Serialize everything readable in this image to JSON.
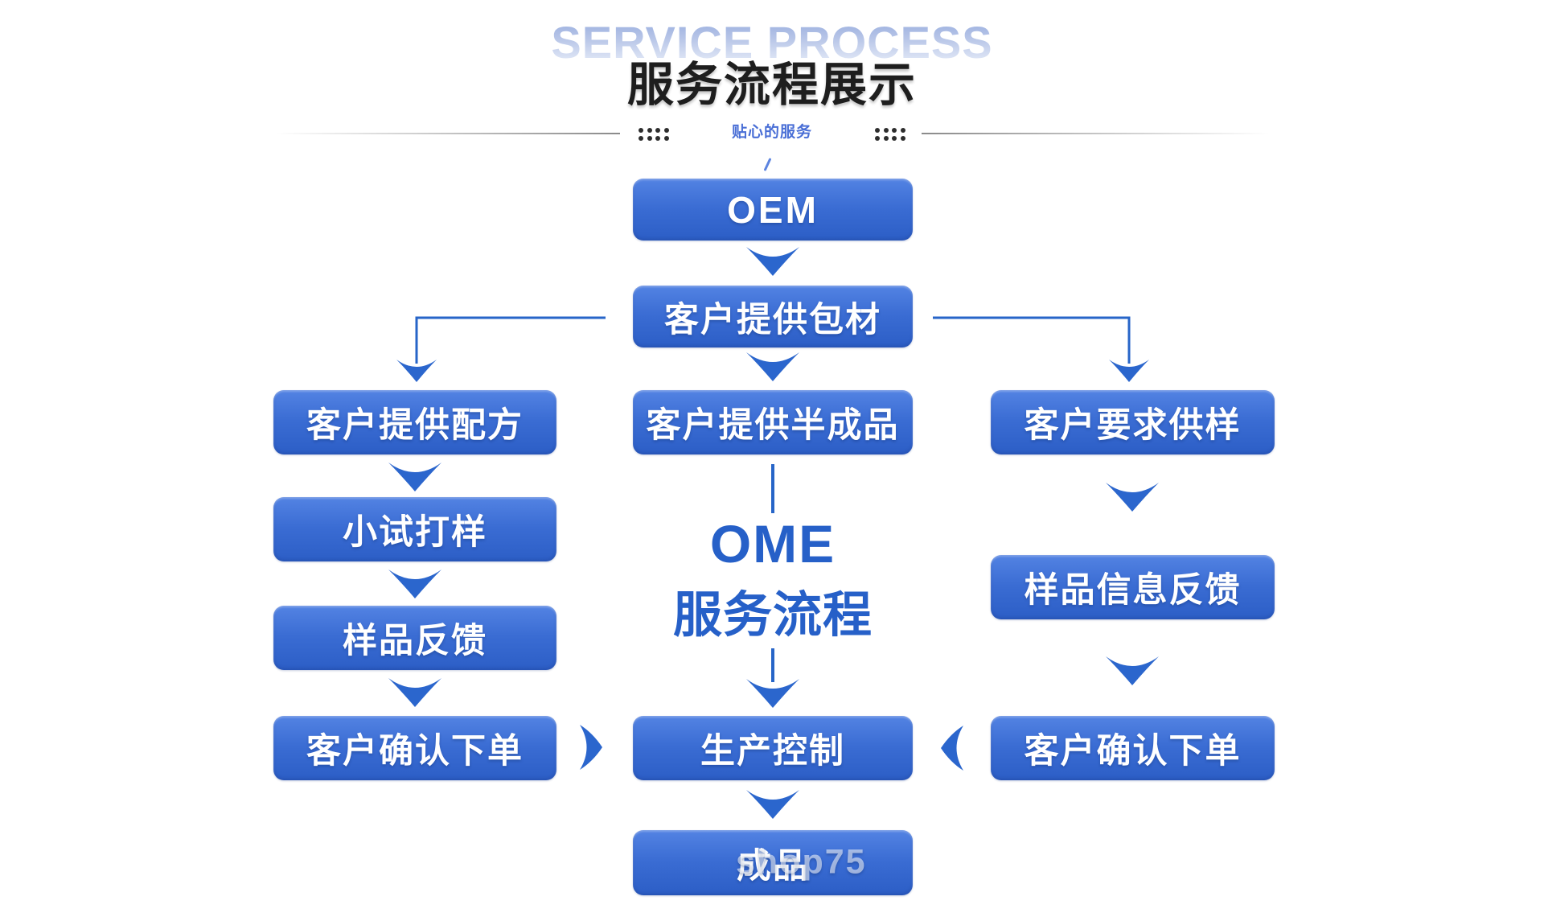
{
  "header": {
    "title_en": "SERVICE PROCESS",
    "title_zh": "服务流程展示",
    "divider_label": "贴心的服务"
  },
  "flow": {
    "nodes": {
      "oem": "OEM",
      "customer_packaging": "客户提供包材",
      "customer_formula": "客户提供配方",
      "customer_semi_finished": "客户提供半成品",
      "customer_sample_request": "客户要求供样",
      "trial_sampling": "小试打样",
      "sample_feedback": "样品反馈",
      "sample_info_feedback": "样品信息反馈",
      "confirm_order_left": "客户确认下单",
      "production_control": "生产控制",
      "confirm_order_right": "客户确认下单",
      "finished_product": "成品"
    },
    "center_label_line1": "OME",
    "center_label_line2": "服务流程"
  },
  "watermark": "shop75",
  "colors": {
    "box_gradient_top": "#5383e3",
    "box_gradient_bottom": "#2c5ec6",
    "connector_blue": "#2765c8",
    "center_text_blue": "#2660c8",
    "divider_label_blue": "#4a6fd6",
    "title_zh_color": "#1e1e1e",
    "divider_line_gray": "#8a8a8a"
  }
}
